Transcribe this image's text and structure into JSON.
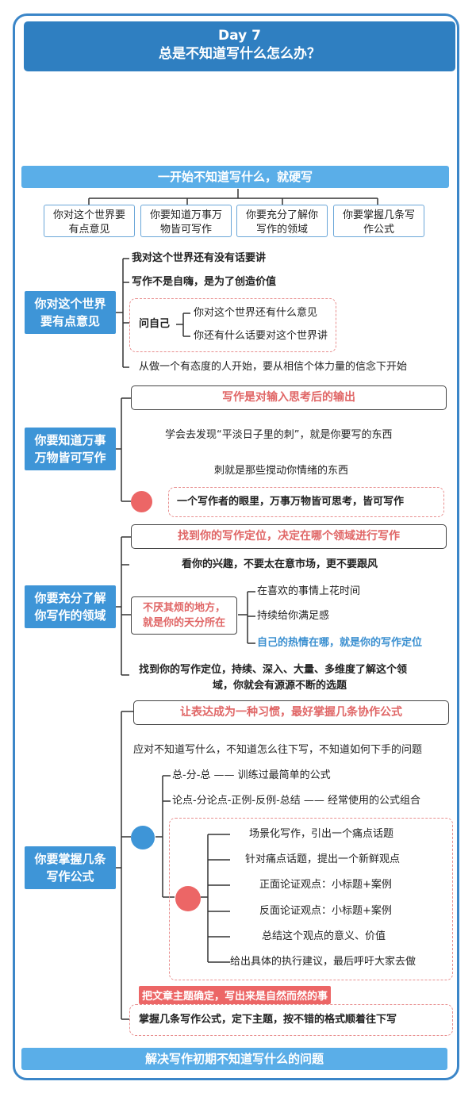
{
  "header": {
    "day": "Day 7",
    "title": "总是不知道写什么怎么办？"
  },
  "top_bar": "一开始不知道写什么，就硬写",
  "top_boxes": [
    {
      "line1": "你对这个世界要",
      "line2": "有点意见"
    },
    {
      "line1": "你要知道万事万",
      "line2": "物皆可写作"
    },
    {
      "line1": "你要充分了解你",
      "line2": "写作的领域"
    },
    {
      "line1": "你要掌握几条写",
      "line2": "作公式"
    }
  ],
  "sec1": {
    "label1": "你对这个世界",
    "label2": "要有点意见",
    "item1": "我对这个世界还有没有话要讲",
    "item2": "写作不是自嗨，是为了创造价值",
    "ask": "问自己",
    "q1": "你对这个世界还有什么意见",
    "q2": "你还有什么话要对这个世界讲",
    "item3": "从做一个有态度的人开始，要从相信个体力量的信念下开始"
  },
  "sec2": {
    "label1": "你要知道万事",
    "label2": "万物皆可写作",
    "title": "写作是对输入思考后的输出",
    "item1": "学会去发现“平淡日子里的刺”，就是你要写的东西",
    "item2": "刺就是那些搅动你情绪的东西",
    "item3": "一个写作者的眼里，万事万物皆可思考，皆可写作"
  },
  "sec3": {
    "label1": "你要充分了解",
    "label2": "你写作的领域",
    "title": "找到你的写作定位，决定在哪个领域进行写作",
    "item1": "看你的兴趣，不要太在意市场，更不要跟风",
    "red1": "不厌其烦的地方，",
    "red2": "就是你的天分所在",
    "sub1": "在喜欢的事情上花时间",
    "sub2": "持续给你满足感",
    "sub3": "自己的热情在哪，就是你的写作定位",
    "item2a": "找到你的写作定位，持续、深入、大量、多维度了解这个领",
    "item2b": "域，你就会有源源不断的选题"
  },
  "sec4": {
    "label1": "你要掌握几条",
    "label2": "写作公式",
    "title": "让表达成为一种习惯，最好掌握几条协作公式",
    "item1": "应对不知道写什么，不知道怎么往下写，不知道如何下手的问题",
    "f1": "总-分-总 —— 训练过最简单的公式",
    "f2": "论点-分论点-正例-反例-总结 —— 经常使用的公式组合",
    "steps": [
      "场景化写作，引出一个痛点话题",
      "针对痛点话题，提出一个新鲜观点",
      "正面论证观点：小标题+案例",
      "反面论证观点：小标题+案例",
      "总结这个观点的意义、价值",
      "给出具体的执行建议，最后呼吁大家去做"
    ],
    "red_note": "把文章主题确定，写出来是自然而然的事",
    "last": "掌握几条写作公式，定下主题，按不错的格式顺着往下写"
  },
  "bottom_bar": "解决写作初期不知道写什么的问题",
  "colors": {
    "frame": "#3b86c8",
    "header": "#2f7fc1",
    "bar": "#5aaee8",
    "label": "#3e95d7",
    "red": "#e06666",
    "circle_red": "#ec6666",
    "circle_blue": "#3e95d7"
  }
}
